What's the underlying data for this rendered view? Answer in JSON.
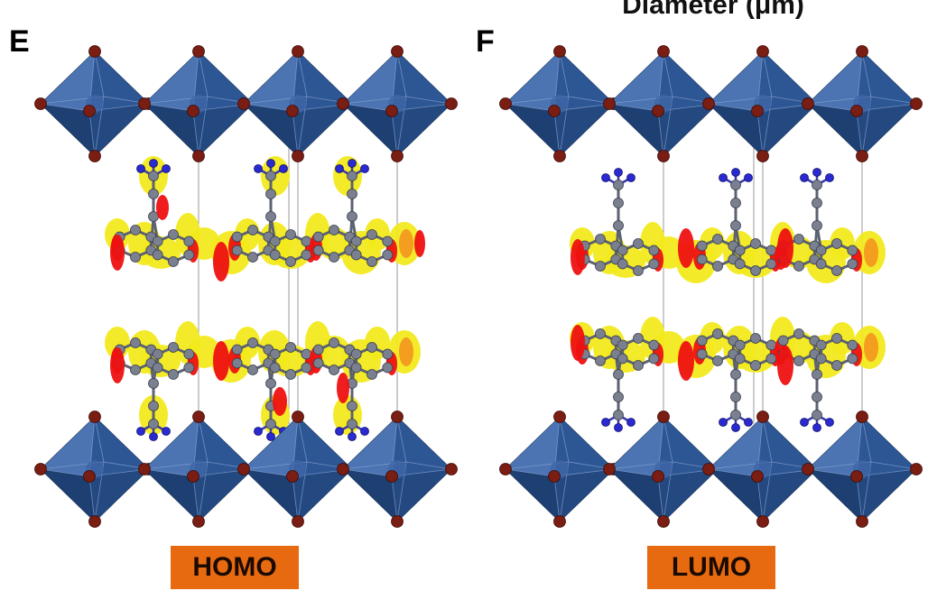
{
  "top_title": "Diameter (μm)",
  "panels": [
    {
      "letter": "E",
      "orbital_label": "HOMO"
    },
    {
      "letter": "F",
      "orbital_label": "LUMO"
    }
  ],
  "colors": {
    "octahedron": "#2d5694",
    "octahedron_light": "#5078b6",
    "octahedron_dark": "#1d3d6e",
    "halide_atom": "#7a1d12",
    "carbon_atom": "#7a8090",
    "nitrogen_atom": "#2a2ad0",
    "isosurface_positive": "#f2ea1d",
    "isosurface_negative": "#ee1111",
    "label_background": "#e86a10"
  },
  "icons": {
    "octahedron": "octahedron-icon",
    "molecule": "organic-cation-icon",
    "lobe": "orbital-lobe-icon"
  }
}
